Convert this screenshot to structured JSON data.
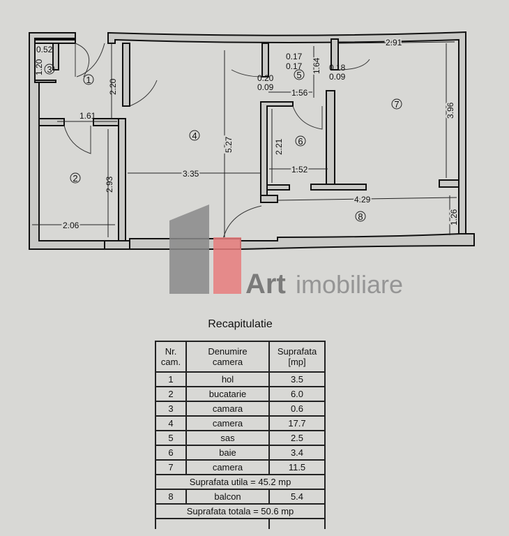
{
  "plan": {
    "rooms": [
      "1",
      "2",
      "3",
      "4",
      "5",
      "6",
      "7",
      "8"
    ],
    "dimensions": {
      "d052": "0.52",
      "d120": "1.20",
      "d220": "2.20",
      "d161": "1.61",
      "d293": "2.93",
      "d206": "2.06",
      "d335": "3.35",
      "d527": "5.27",
      "d017a": "0.17",
      "d017b": "0.17",
      "d020": "0.20",
      "d009a": "0.09",
      "d164": "1.64",
      "d018": "0.18",
      "d009b": "0.09",
      "d156": "1.56",
      "d221": "2.21",
      "d152": "1.52",
      "d291": "2.91",
      "d396": "3.96",
      "d429": "4.29",
      "d126": "1.26"
    }
  },
  "watermark": {
    "brand": "Art",
    "suffix": "imobiliare",
    "gray": "#8a8a8a",
    "red": "#e87d7d"
  },
  "recap": {
    "title": "Recapitulatie",
    "headers": [
      "Nr.\ncam.",
      "Denumire\ncamera",
      "Suprafata\n[mp]"
    ],
    "rows": [
      {
        "nr": "1",
        "name": "hol",
        "area": "3.5"
      },
      {
        "nr": "2",
        "name": "bucatarie",
        "area": "6.0"
      },
      {
        "nr": "3",
        "name": "camara",
        "area": "0.6"
      },
      {
        "nr": "4",
        "name": "camera",
        "area": "17.7"
      },
      {
        "nr": "5",
        "name": "sas",
        "area": "2.5"
      },
      {
        "nr": "6",
        "name": "baie",
        "area": "3.4"
      },
      {
        "nr": "7",
        "name": "camera",
        "area": "11.5"
      }
    ],
    "useful_total": "Suprafata utila = 45.2 mp",
    "balcony": {
      "nr": "8",
      "name": "balcon",
      "area": "5.4"
    },
    "grand_total": "Suprafata totala = 50.6 mp"
  }
}
